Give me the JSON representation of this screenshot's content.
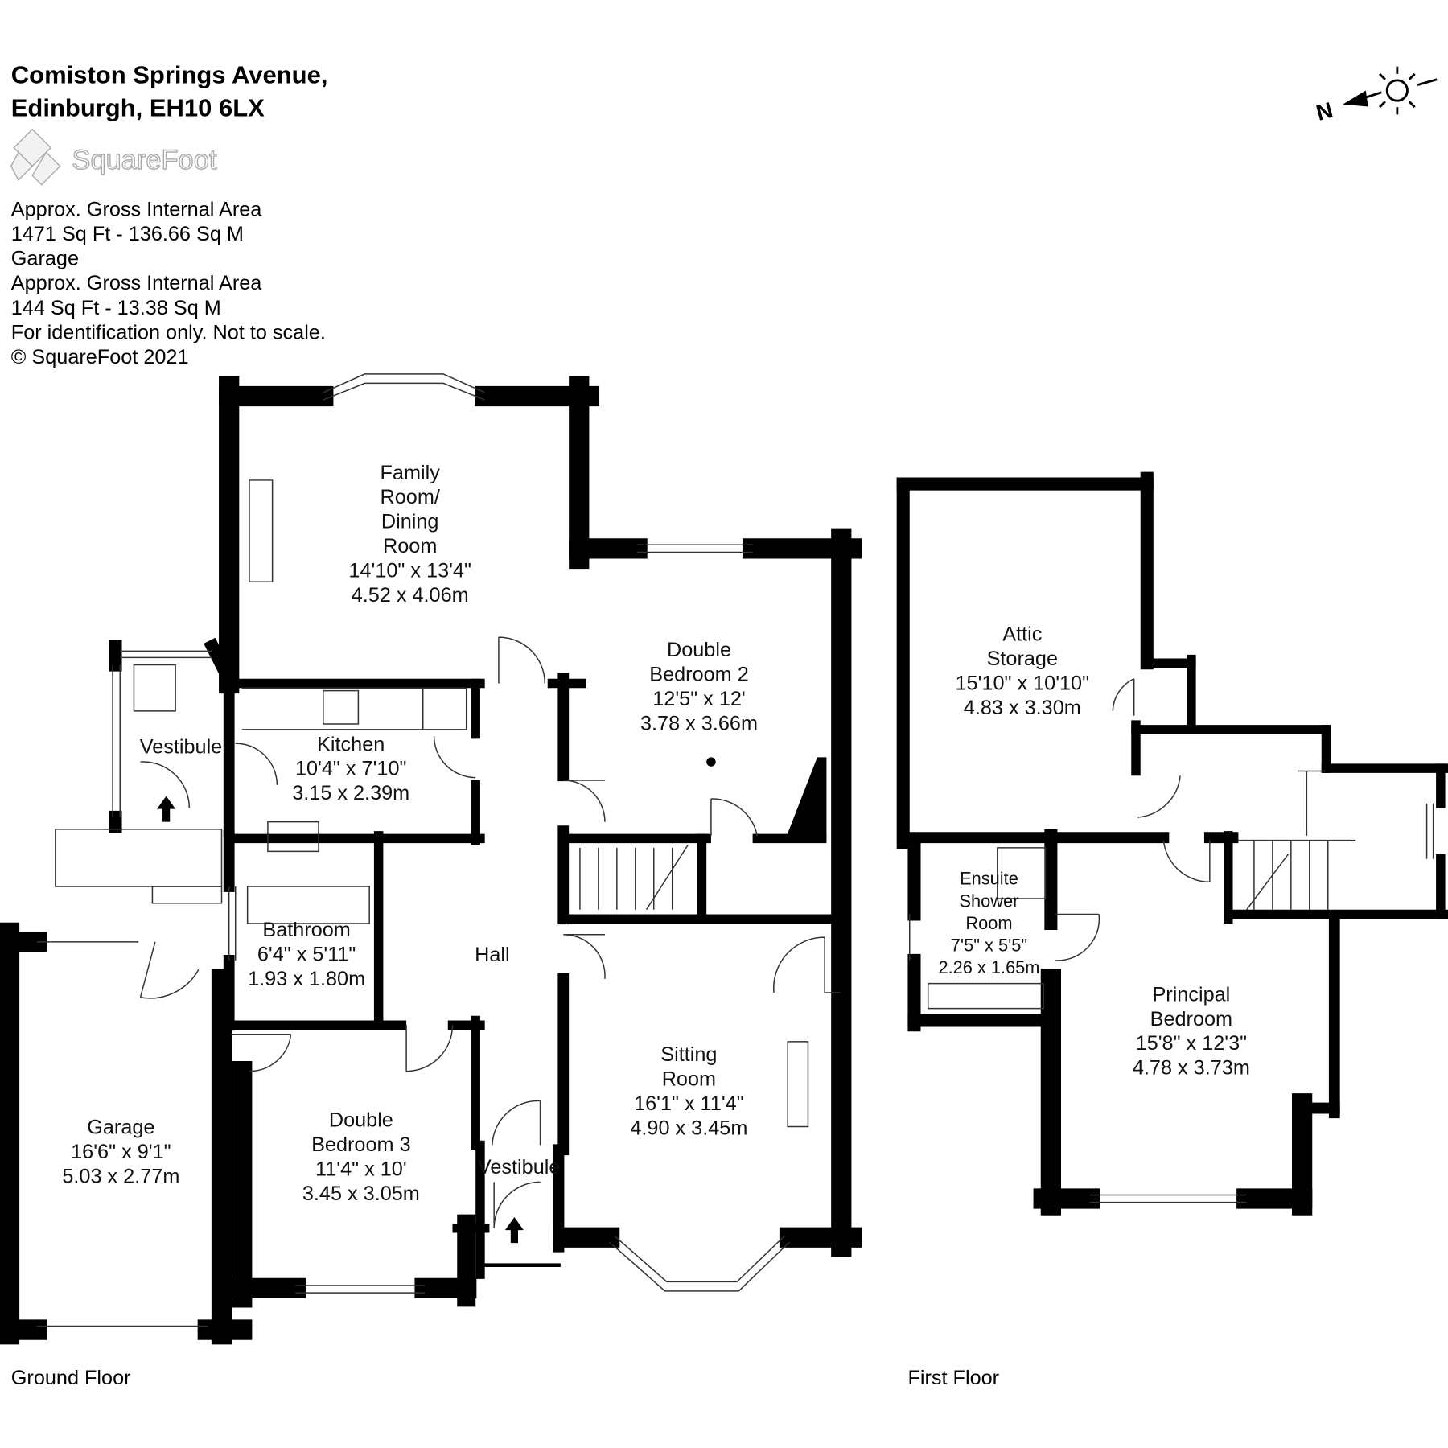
{
  "header": {
    "title_line1": "Comiston Springs Avenue,",
    "title_line2": "Edinburgh, EH10 6LX",
    "logo_text": "SquareFoot",
    "info": [
      "Approx. Gross Internal Area",
      "1471 Sq Ft  -  136.66 Sq M",
      "Garage",
      "Approx. Gross Internal Area",
      "144 Sq Ft  -  13.38 Sq M",
      "For identification only. Not to scale.",
      "© SquareFoot 2021"
    ]
  },
  "compass": {
    "letter": "N"
  },
  "floors": {
    "ground": "Ground Floor",
    "first": "First Floor"
  },
  "rooms": {
    "family": {
      "lines": [
        "Family",
        "Room/",
        "Dining",
        "Room"
      ],
      "imperial": "14'10\" x 13'4\"",
      "metric": "4.52 x 4.06m"
    },
    "bedroom2": {
      "lines": [
        "Double",
        "Bedroom 2"
      ],
      "imperial": "12'5\" x 12'",
      "metric": "3.78 x 3.66m"
    },
    "kitchen": {
      "lines": [
        "Kitchen"
      ],
      "imperial": "10'4\" x 7'10\"",
      "metric": "3.15 x 2.39m"
    },
    "vestibule_side": {
      "lines": [
        "Vestibule"
      ]
    },
    "bathroom": {
      "lines": [
        "Bathroom"
      ],
      "imperial": "6'4\" x 5'11\"",
      "metric": "1.93 x 1.80m"
    },
    "hall": {
      "lines": [
        "Hall"
      ]
    },
    "sitting": {
      "lines": [
        "Sitting",
        "Room"
      ],
      "imperial": "16'1\" x 11'4\"",
      "metric": "4.90 x 3.45m"
    },
    "bedroom3": {
      "lines": [
        "Double",
        "Bedroom 3"
      ],
      "imperial": "11'4\" x 10'",
      "metric": "3.45 x 3.05m"
    },
    "garage": {
      "lines": [
        "Garage"
      ],
      "imperial": "16'6\" x 9'1\"",
      "metric": "5.03 x 2.77m"
    },
    "vestibule_front": {
      "lines": [
        "Vestibule"
      ]
    },
    "attic": {
      "lines": [
        "Attic",
        "Storage"
      ],
      "imperial": "15'10\" x 10'10\"",
      "metric": "4.83 x 3.30m"
    },
    "ensuite": {
      "lines": [
        "Ensuite",
        "Shower",
        "Room"
      ],
      "imperial": "7'5\" x 5'5\"",
      "metric": "2.26 x 1.65m"
    },
    "principal": {
      "lines": [
        "Principal",
        "Bedroom"
      ],
      "imperial": "15'8\" x 12'3\"",
      "metric": "4.78 x 3.73m"
    }
  }
}
